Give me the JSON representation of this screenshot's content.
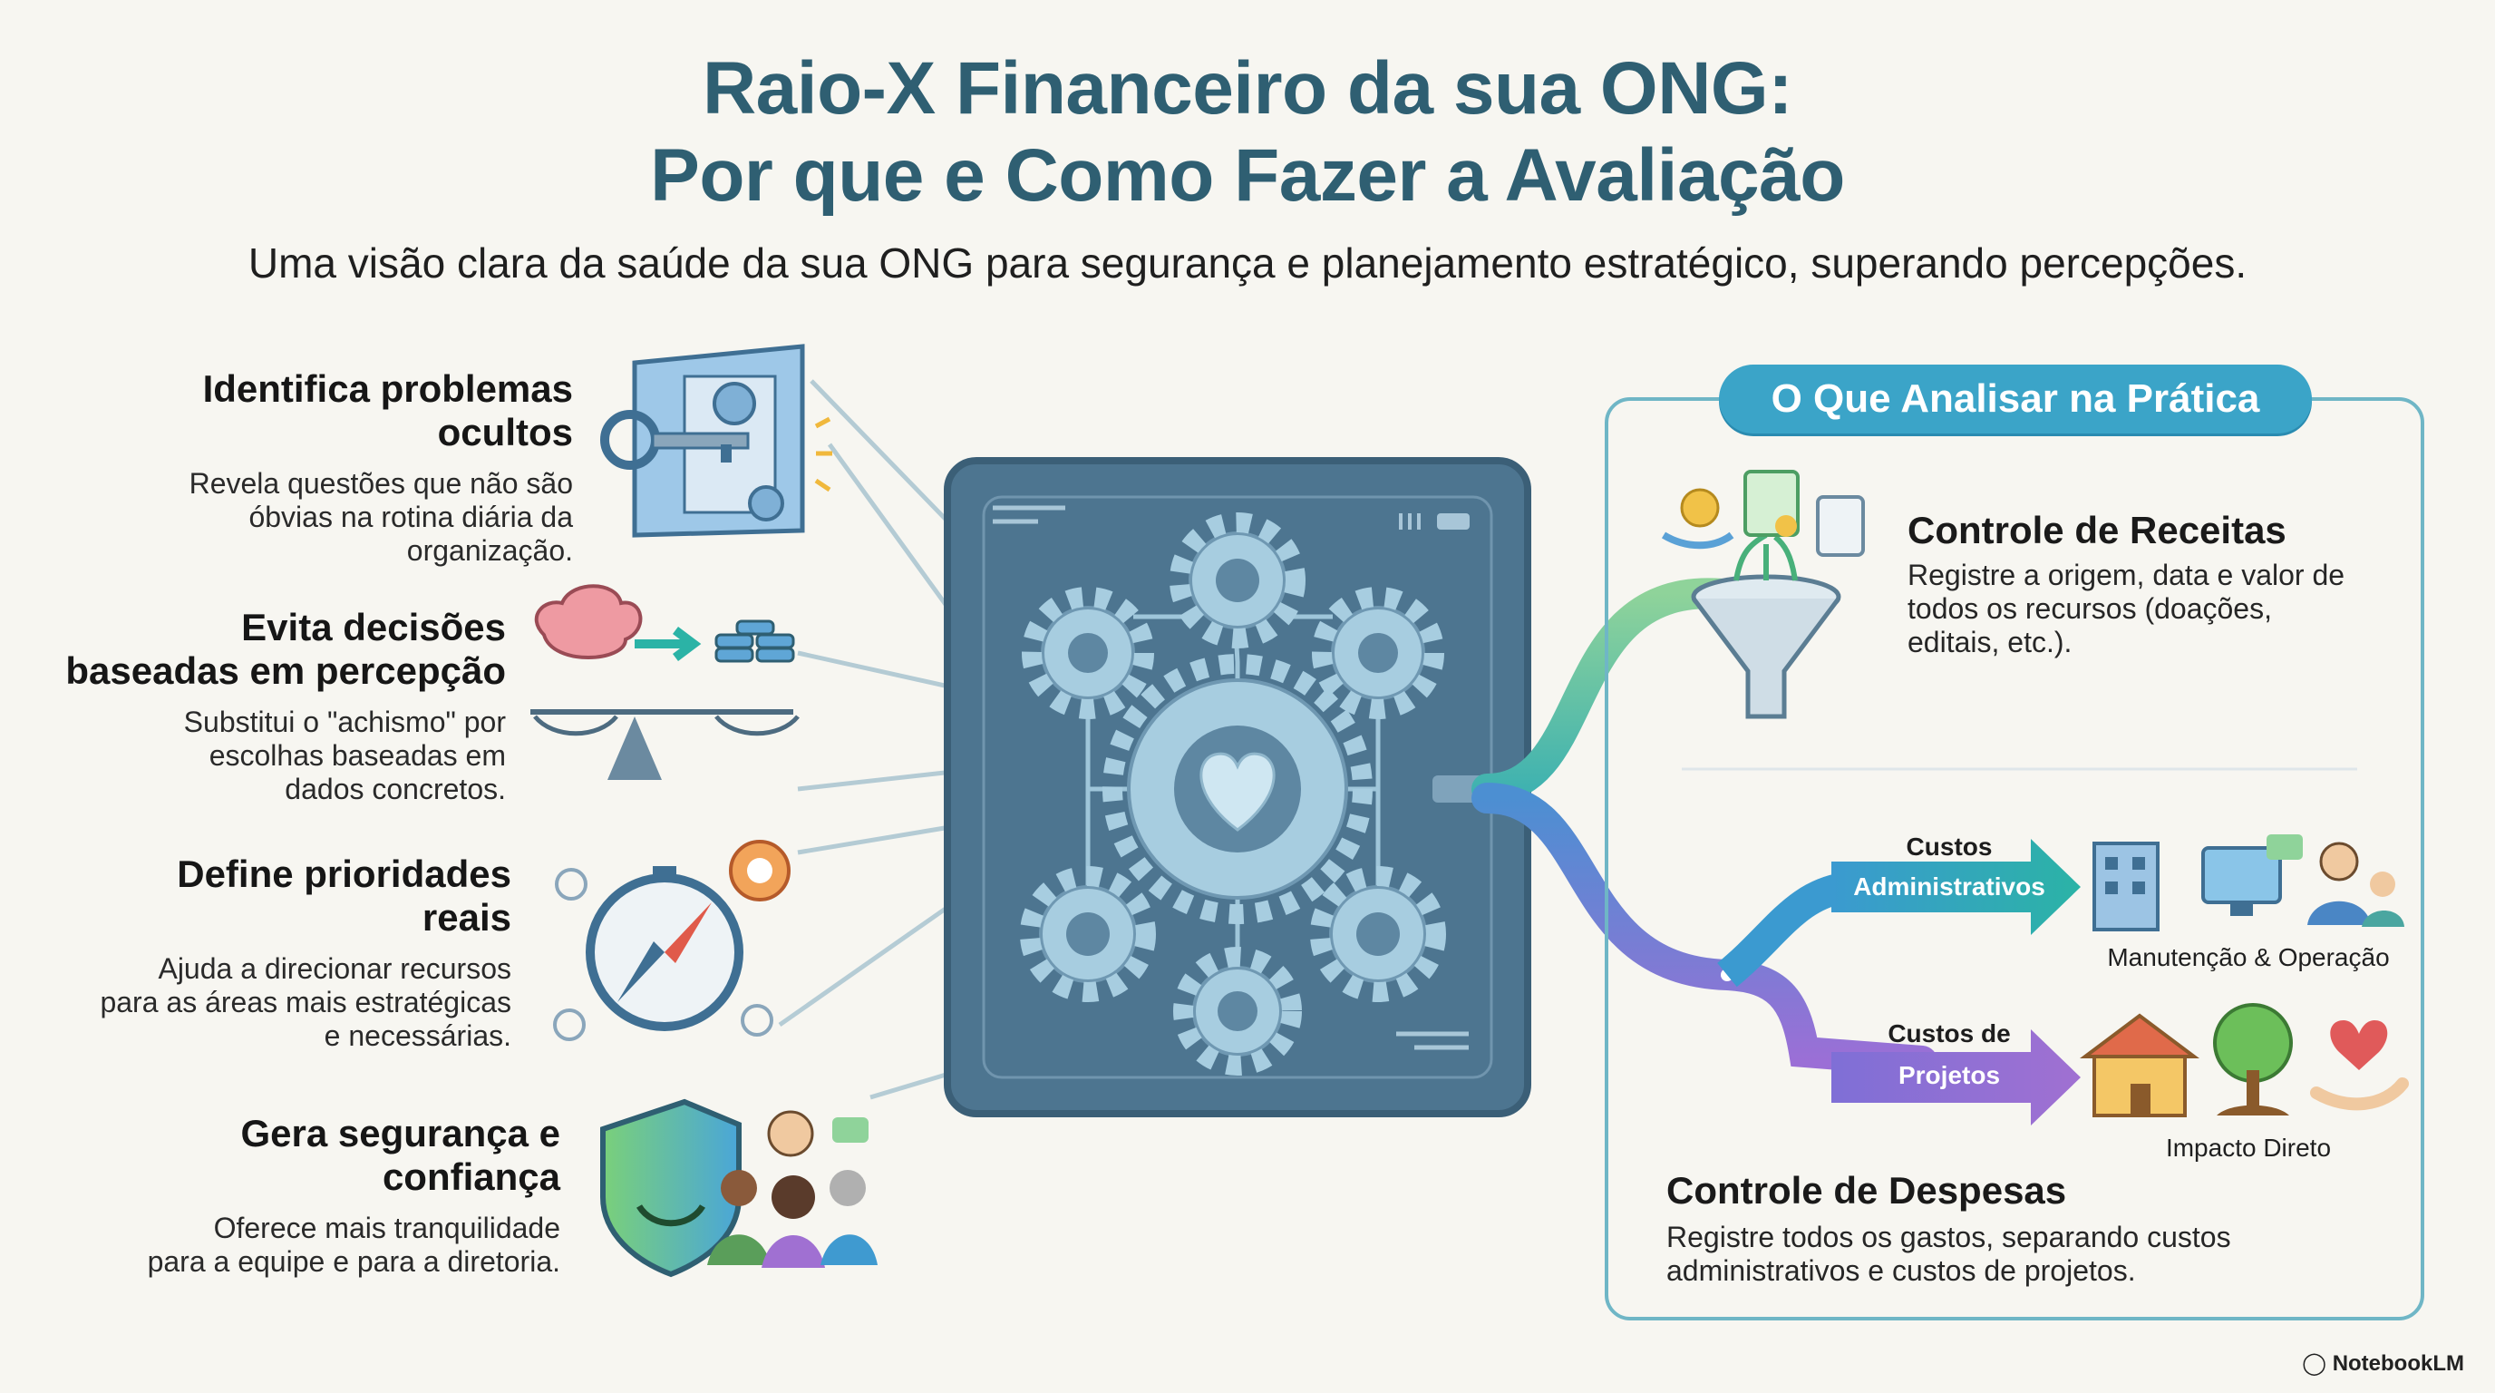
{
  "header": {
    "title_line1": "Raio-X Financeiro da sua ONG:",
    "title_line2": "Por que e Como Fazer a Avaliação",
    "subtitle": "Uma visão clara da saúde da sua ONG para segurança e planejamento estratégico, superando percepções."
  },
  "benefits": [
    {
      "title": "Identifica problemas\nocultos",
      "desc": "Revela questões que não são\nóbvias na rotina diária da\norganização.",
      "icon": "key-door-gears-icon"
    },
    {
      "title": "Evita decisões\nbaseadas em percepção",
      "desc": "Substitui o \"achismo\" por\nescolhas baseadas em\ndados concretos.",
      "icon": "brain-scale-coins-icon"
    },
    {
      "title": "Define prioridades\nreais",
      "desc": "Ajuda a direcionar recursos\npara as áreas mais estratégicas\ne necessárias.",
      "icon": "compass-target-icon"
    },
    {
      "title": "Gera segurança e\nconfiança",
      "desc": "Oferece mais tranquilidade\npara a equipe e para a diretoria.",
      "icon": "shield-team-icon"
    }
  ],
  "panel": {
    "title": "O Que Analisar na Prática",
    "receitas": {
      "title": "Controle de Receitas",
      "desc": "Registre a origem, data e valor de\ntodos os recursos (doações,\neditais, etc.)."
    },
    "custos_admin": {
      "label": "Custos",
      "arrow": "Administrativos",
      "caption": "Manutenção & Operação"
    },
    "custos_proj": {
      "label": "Custos de",
      "arrow": "Projetos",
      "caption": "Impacto Direto"
    },
    "despesas": {
      "title": "Controle de Despesas",
      "desc": "Registre todos os gastos, separando custos\nadministrativos e custos de projetos."
    }
  },
  "brand": "NotebookLM",
  "colors": {
    "title": "#2f5f72",
    "central_panel": "#4d7590",
    "panel_border": "#6fb6c6",
    "pill": "#3ba4c8",
    "admin_arrow": "#2bb3a6",
    "project_arrow": "#9b6fd6"
  }
}
